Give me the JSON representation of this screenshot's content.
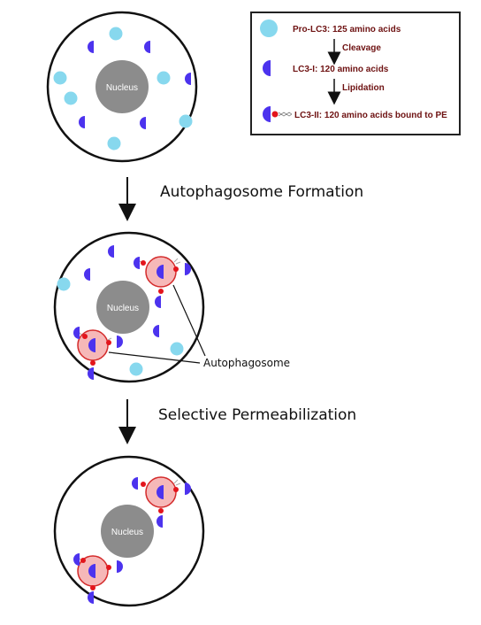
{
  "legend": {
    "pro_lc3": "Pro-LC3: 125 amino acids",
    "cleavage": "Cleavage",
    "lc3_i": "LC3-I: 120 amino acids",
    "lipidation": "Lipidation",
    "lc3_ii": "LC3-II: 120 amino acids bound to PE"
  },
  "cells": {
    "nucleus_label": "Nucleus"
  },
  "stages": {
    "formation": "Autophagosome Formation",
    "permeabilization": "Selective Permeabilization"
  },
  "callout": {
    "autophagosome": "Autophagosome"
  },
  "colors": {
    "pro_lc3": "#87d8ee",
    "lc3_i": "#4c33ee",
    "pe_dot": "#e3151c",
    "autophagosome_fill": "#f6b8b8",
    "autophagosome_stroke": "#d42b2b",
    "nucleus": "#8c8c8c",
    "legend_text": "#6e1212"
  }
}
